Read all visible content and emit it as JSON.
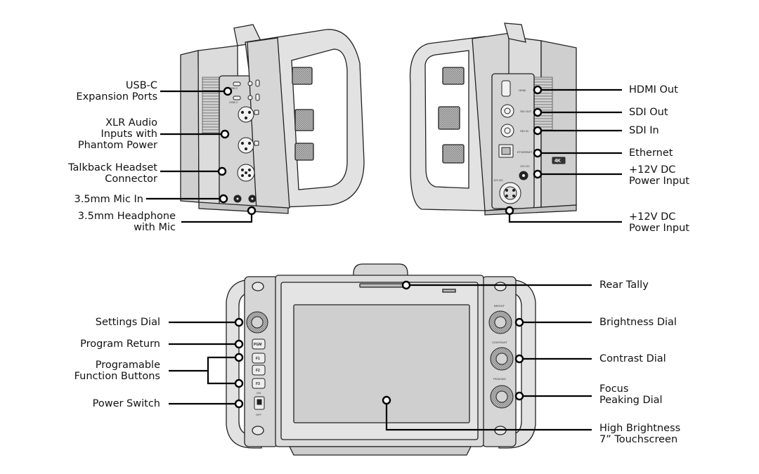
{
  "left_labels": [
    {
      "id": "usb-c",
      "lines": [
        "USB-C",
        "Expansion Ports"
      ]
    },
    {
      "id": "xlr",
      "lines": [
        "XLR Audio",
        "Inputs with",
        "Phantom Power"
      ]
    },
    {
      "id": "talkback",
      "lines": [
        "Talkback Headset",
        "Connector"
      ]
    },
    {
      "id": "mic",
      "lines": [
        "3.5mm Mic In"
      ]
    },
    {
      "id": "headphone",
      "lines": [
        "3.5mm Headphone",
        "with Mic"
      ]
    }
  ],
  "right_labels": [
    {
      "id": "hdmi",
      "lines": [
        "HDMI Out"
      ]
    },
    {
      "id": "sdi-out",
      "lines": [
        "SDI Out"
      ]
    },
    {
      "id": "sdi-in",
      "lines": [
        "SDI In"
      ]
    },
    {
      "id": "ethernet",
      "lines": [
        "Ethernet"
      ]
    },
    {
      "id": "dc-1",
      "lines": [
        "+12V DC",
        "Power Input"
      ]
    },
    {
      "id": "dc-2",
      "lines": [
        "+12V DC",
        "Power Input"
      ]
    }
  ],
  "front_left_labels": [
    {
      "id": "settings",
      "lines": [
        "Settings Dial"
      ]
    },
    {
      "id": "pgm-return",
      "lines": [
        "Program Return"
      ]
    },
    {
      "id": "fn-buttons",
      "lines": [
        "Programable",
        "Function Buttons"
      ]
    },
    {
      "id": "power",
      "lines": [
        "Power Switch"
      ]
    }
  ],
  "front_right_labels": [
    {
      "id": "rear-tally",
      "lines": [
        "Rear Tally"
      ]
    },
    {
      "id": "brightness",
      "lines": [
        "Brightness Dial"
      ]
    },
    {
      "id": "contrast",
      "lines": [
        "Contrast Dial"
      ]
    },
    {
      "id": "focus",
      "lines": [
        "Focus",
        "Peaking Dial"
      ]
    },
    {
      "id": "touchscreen",
      "lines": [
        "High Brightness",
        "7” Touchscreen"
      ]
    }
  ],
  "panel_text": {
    "usbc_a": "USB-C",
    "usbc_b": "USB-C",
    "hdmi": "HDMI",
    "sdi_out": "SDI OUT",
    "sdi_in": "SDI IN",
    "ethernet": "ETHERNET",
    "badge_4k": "4K",
    "dc_small": "12V DC",
    "dc_large": "12V DC",
    "pgm": "PGM",
    "f1": "F1",
    "f2": "F2",
    "f3": "F3",
    "on": "ON",
    "off": "OFF",
    "bright": "BRIGHT",
    "contrast": "CONTRAST",
    "peaking": "PEAKING"
  },
  "colors": {
    "body": "#d9d9d9",
    "body_dark": "#bdbdbd",
    "outline": "#222222",
    "screen": "#cfcfcf",
    "leader": "#000000"
  }
}
